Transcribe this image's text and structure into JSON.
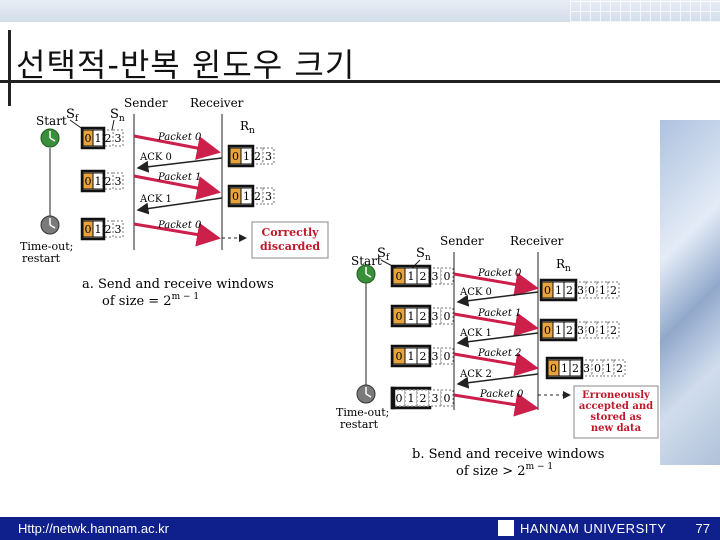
{
  "title": "선택적-반복 윈도우 크기",
  "footer": {
    "url": "Http://netwk.hannam.ac.kr",
    "university": "HANNAM  UNIVERSITY",
    "page": "77"
  },
  "diagram_a": {
    "start": "Start",
    "sf": "S",
    "sf_sub": "f",
    "sn": "S",
    "sn_sub": "n",
    "sender": "Sender",
    "receiver": "Receiver",
    "rn": "R",
    "rn_sub": "n",
    "sender_window": [
      "0",
      "1",
      "2",
      "3"
    ],
    "receiver_window": [
      "0",
      "1",
      "2",
      "3"
    ],
    "messages": [
      "Packet 0",
      "ACK 0",
      "Packet 1",
      "ACK 1",
      "Packet 0"
    ],
    "result": [
      "Correctly",
      "discarded"
    ],
    "timeout": [
      "Time-out;",
      "restart"
    ],
    "caption_1": "a. Send and receive windows",
    "caption_2": "of size = 2",
    "caption_exp": "m − 1"
  },
  "diagram_b": {
    "start": "Start",
    "sf": "S",
    "sf_sub": "f",
    "sn": "S",
    "sn_sub": "n",
    "sender": "Sender",
    "receiver": "Receiver",
    "rn": "R",
    "rn_sub": "n",
    "sender_window": [
      "0",
      "1",
      "2",
      "3",
      "0"
    ],
    "receiver_window": [
      "0",
      "1",
      "2",
      "3",
      "0",
      "1",
      "2"
    ],
    "messages": [
      "Packet 0",
      "ACK 0",
      "Packet 1",
      "ACK 1",
      "Packet 2",
      "ACK 2",
      "Packet 0"
    ],
    "result": [
      "Erroneously",
      "accepted and",
      "stored as",
      "new data"
    ],
    "timeout": [
      "Time-out;",
      "restart"
    ],
    "caption_1": "b. Send and receive windows",
    "caption_2": "of size > 2",
    "caption_exp": "m − 1"
  },
  "colors": {
    "accent": "#e8a33c",
    "result_text": "#c0182b",
    "footer": "#0f1f8c",
    "arrow": "#cc1f4a",
    "clock": "#3a8f3a"
  }
}
